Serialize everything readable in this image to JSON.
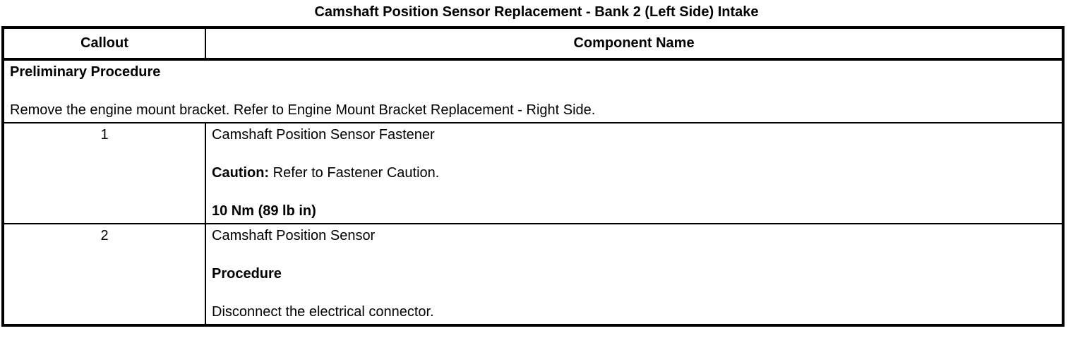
{
  "title": "Camshaft Position Sensor Replacement - Bank 2 (Left Side) Intake",
  "table": {
    "headers": {
      "callout": "Callout",
      "component": "Component Name"
    },
    "preliminary": {
      "heading": "Preliminary Procedure",
      "text": "Remove the engine mount bracket. Refer to Engine Mount Bracket Replacement - Right Side."
    },
    "rows": [
      {
        "callout": "1",
        "lines": [
          {
            "b": "",
            "t": "Camshaft Position Sensor Fastener"
          },
          {
            "b": "Caution:",
            "t": " Refer to Fastener Caution."
          },
          {
            "b": "10 Nm (89 lb in)",
            "t": ""
          }
        ]
      },
      {
        "callout": "2",
        "lines": [
          {
            "b": "",
            "t": "Camshaft Position Sensor"
          },
          {
            "b": "Procedure",
            "t": ""
          },
          {
            "b": "",
            "t": "Disconnect the electrical connector."
          }
        ]
      }
    ]
  }
}
